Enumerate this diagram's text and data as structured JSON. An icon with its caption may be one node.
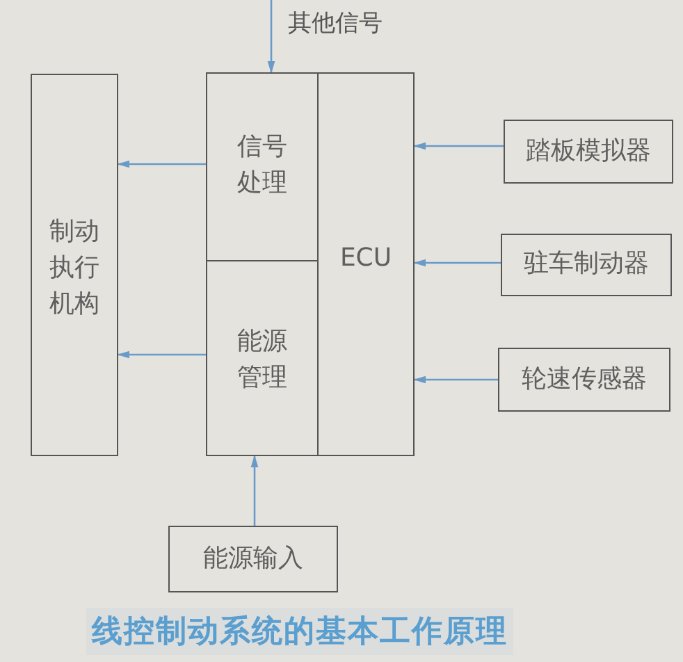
{
  "diagram": {
    "caption": "线控制动系统的基本工作原理",
    "nodes": [
      {
        "text": [
          "制动执行机构"
        ]
      },
      {
        "text": [
          "信号处理"
        ]
      },
      {
        "text": [
          "能源管理"
        ]
      },
      {
        "text": [
          "ECU"
        ]
      },
      {
        "text": [
          "踏板模拟器"
        ]
      },
      {
        "text": [
          "驻车制动器"
        ]
      },
      {
        "text": [
          "轮速传感器"
        ]
      },
      {
        "text": [
          "能源输入"
        ]
      }
    ],
    "edges": [
      {
        "from": null,
        "to": 1,
        "arrow": "to",
        "label": "其他信号"
      },
      {
        "from": 1,
        "to": 0,
        "arrow": "to"
      },
      {
        "from": 2,
        "to": 0,
        "arrow": "to"
      },
      {
        "from": 4,
        "to": 3,
        "arrow": "to"
      },
      {
        "from": 5,
        "to": 3,
        "arrow": "to"
      },
      {
        "from": 6,
        "to": 3,
        "arrow": "to"
      },
      {
        "from": 7,
        "to": 2,
        "arrow": "to"
      }
    ]
  }
}
